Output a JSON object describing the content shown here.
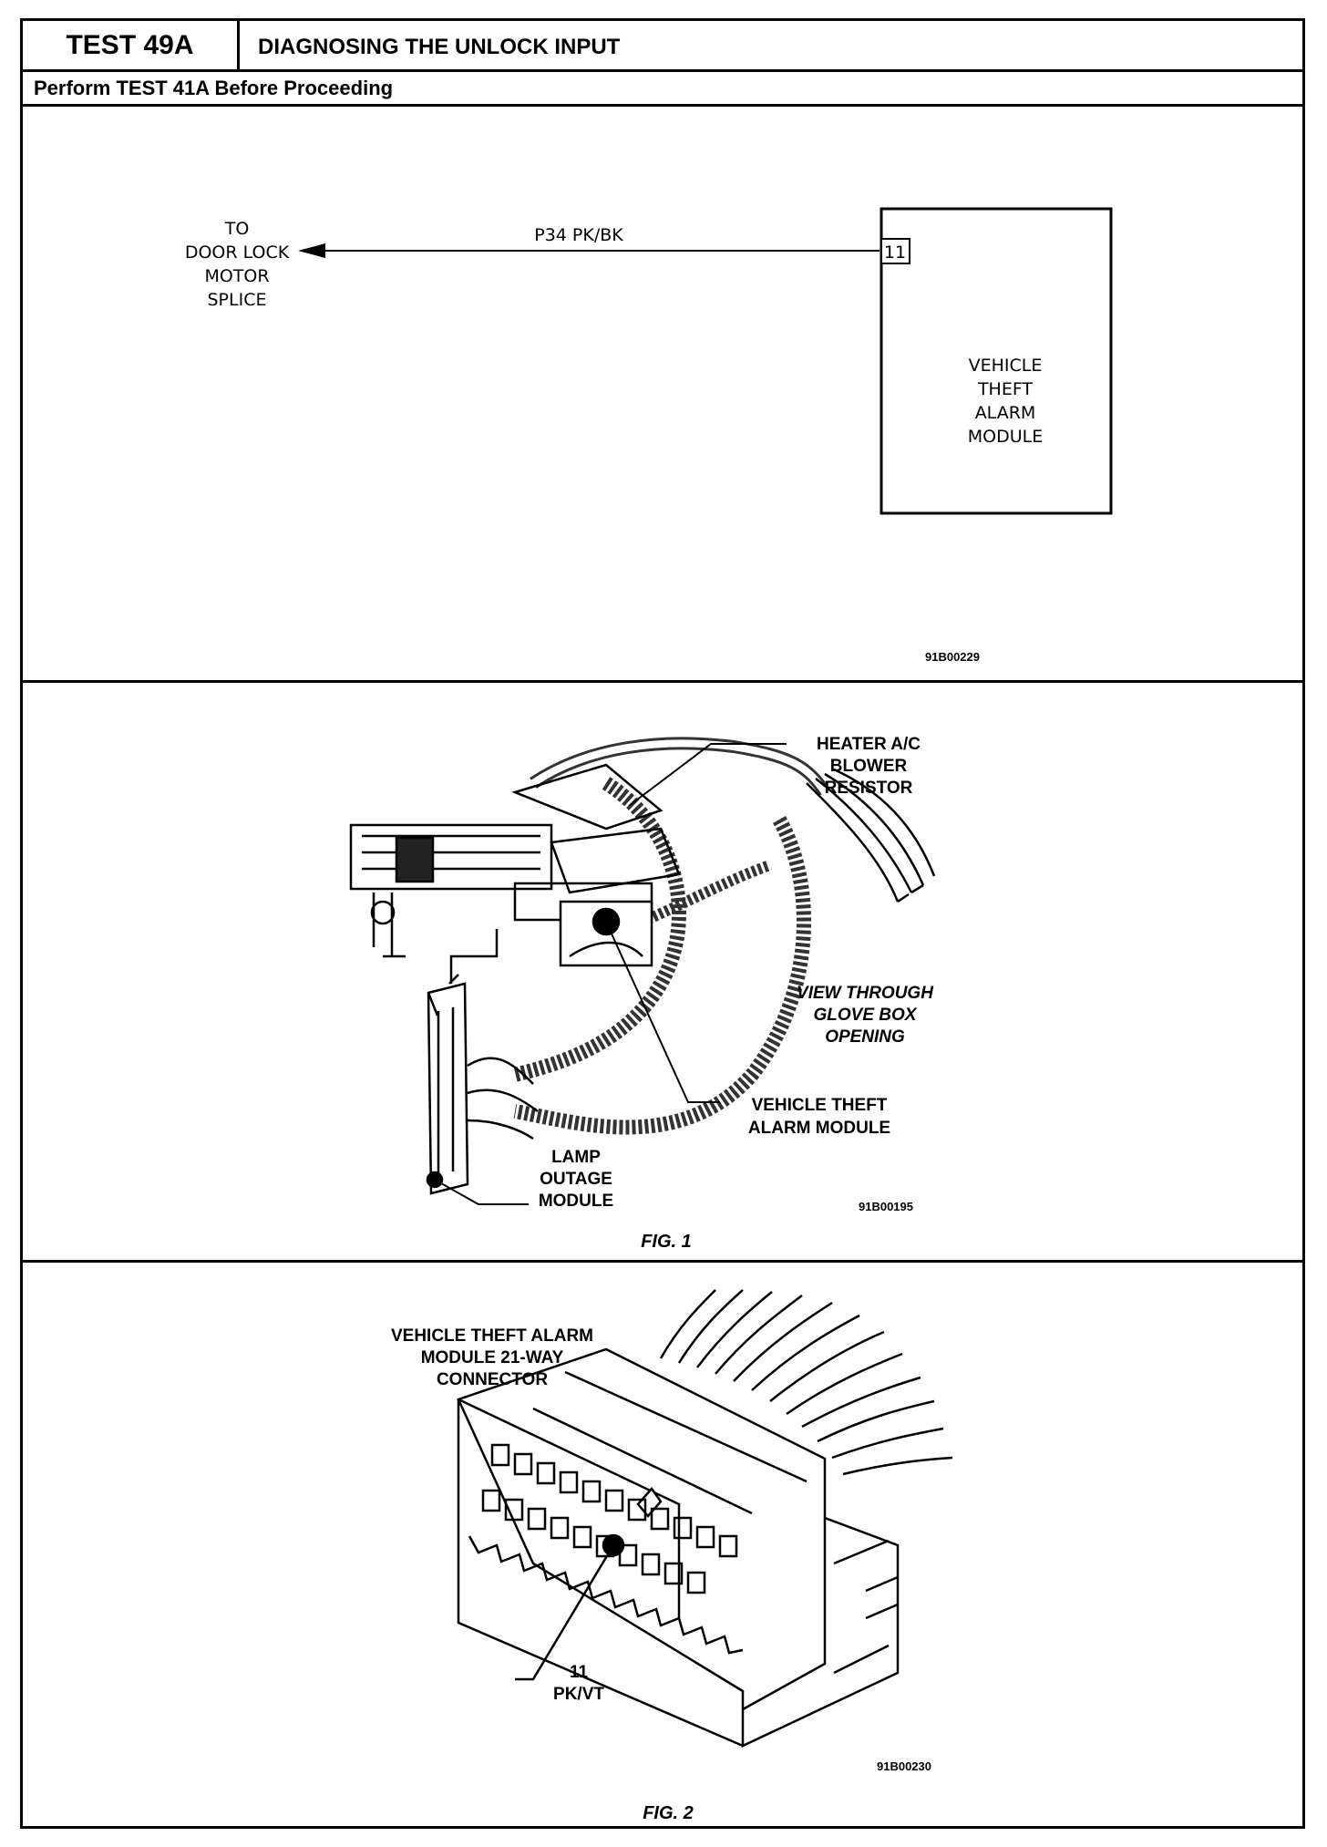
{
  "header": {
    "test_id": "TEST 49A",
    "title": "DIAGNOSING THE UNLOCK INPUT",
    "prerequisite": "Perform TEST 41A Before Proceeding"
  },
  "schematic": {
    "destination": [
      "TO",
      "DOOR LOCK",
      "MOTOR",
      "SPLICE"
    ],
    "wire": "P34 PK/BK",
    "pin": "11",
    "module": [
      "VEHICLE",
      "THEFT",
      "ALARM",
      "MODULE"
    ],
    "code": "91B00229"
  },
  "figure1": {
    "callout_heater": [
      "HEATER A/C",
      "BLOWER",
      "RESISTOR"
    ],
    "view_note": [
      "VIEW THROUGH",
      "GLOVE BOX",
      "OPENING"
    ],
    "callout_vtam": [
      "VEHICLE THEFT",
      "ALARM MODULE"
    ],
    "callout_lamp": [
      "LAMP",
      "OUTAGE",
      "MODULE"
    ],
    "code": "91B00195",
    "caption": "FIG. 1"
  },
  "figure2": {
    "connector_label": [
      "VEHICLE THEFT ALARM",
      "MODULE 21-WAY",
      "CONNECTOR"
    ],
    "pin_number": "11",
    "pin_color": "PK/VT",
    "code": "91B00230",
    "caption": "FIG. 2"
  }
}
